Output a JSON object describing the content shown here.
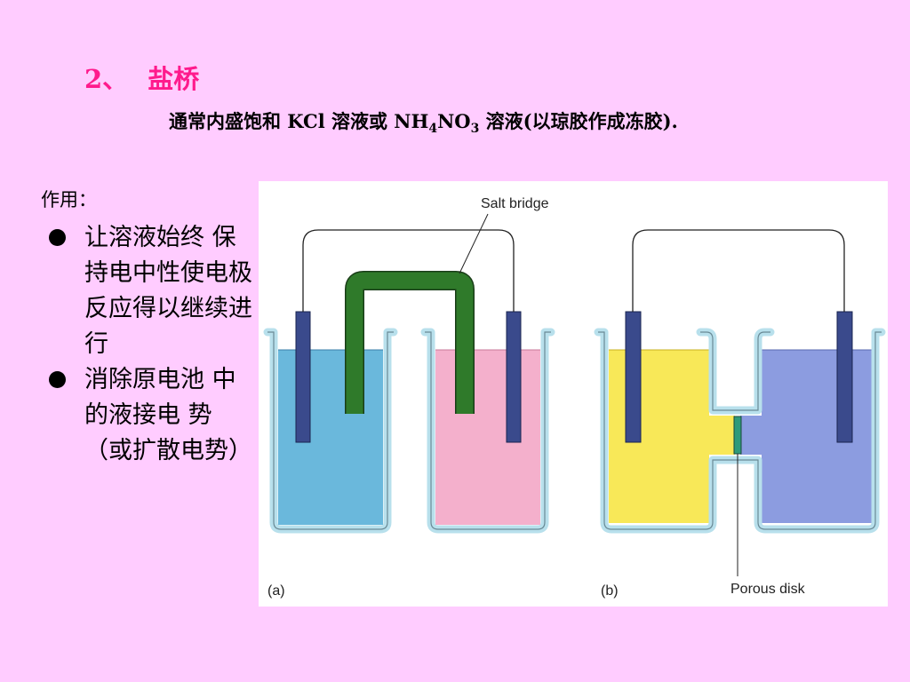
{
  "slide": {
    "title_number": "2、",
    "title": "盐桥",
    "subtitle": {
      "part1": "通常内盛饱和 KCl 溶液或 NH",
      "sub1": "4",
      "part2": "NO",
      "sub2": "3",
      "part3": " 溶液(以琼胶作成冻胶)."
    },
    "effect_label": "作用：",
    "bullets": [
      "让溶液始终 保持电中性使电极反应得以继续进行",
      "消除原电池 中的液接电 势（或扩散电势）"
    ]
  },
  "figure": {
    "label_salt_bridge": "Salt bridge",
    "label_porous_disk": "Porous disk",
    "label_a": "(a)",
    "label_b": "(b)",
    "colors": {
      "solution_left_a": "#6ab8dc",
      "solution_right_a": "#f4b0cc",
      "solution_left_b": "#f8e858",
      "solution_right_b": "#8c9ce0",
      "salt_bridge": "#2f7a2a",
      "electrode": "#3a4a8c",
      "glass": "#b8e0ec"
    }
  }
}
